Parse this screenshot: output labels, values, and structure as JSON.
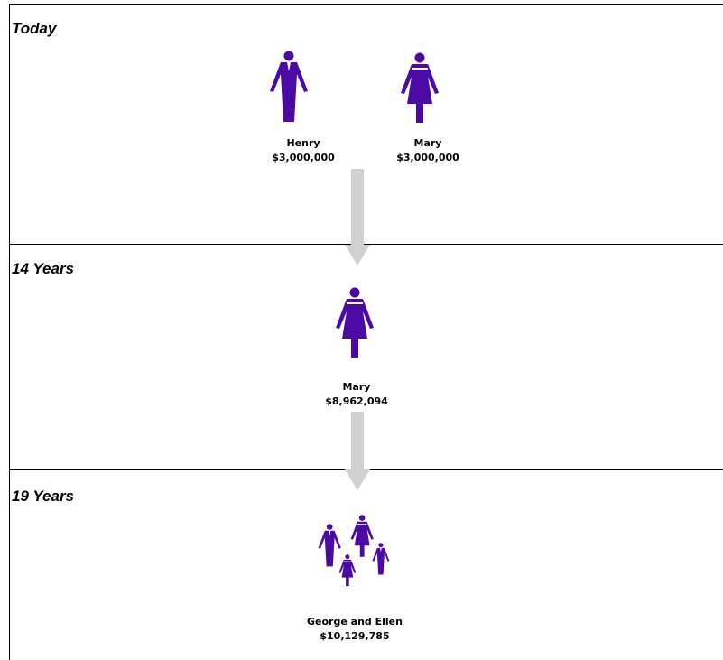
{
  "sections": [
    {
      "label": "Today"
    },
    {
      "label": "14 Years"
    },
    {
      "label": "19 Years"
    }
  ],
  "today": {
    "left": {
      "name": "Henry",
      "amount": "$3,000,000",
      "icon": "man-icon"
    },
    "right": {
      "name": "Mary",
      "amount": "$3,000,000",
      "icon": "woman-icon"
    }
  },
  "year14": {
    "name": "Mary",
    "amount": "$8,962,094",
    "icon": "woman-icon"
  },
  "year19": {
    "name": "George and Ellen",
    "amount": "$10,129,785",
    "icon": "family-icon"
  },
  "colors": {
    "figure": "#4b0aa3",
    "arrow": "#d0d0d0"
  }
}
